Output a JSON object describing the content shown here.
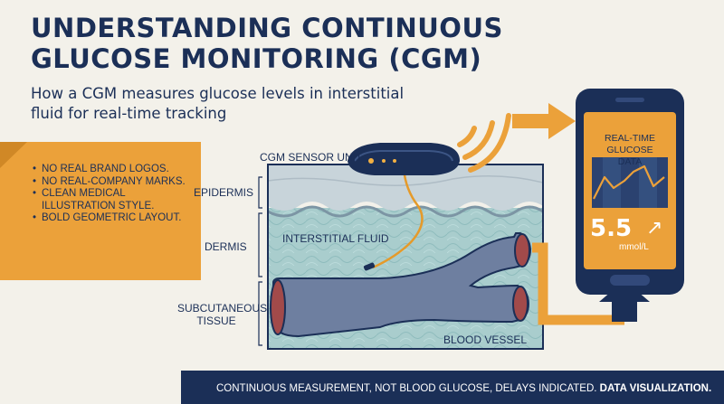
{
  "header": {
    "title": "UNDERSTANDING CONTINUOUS GLUCOSE MONITORING (CGM)",
    "subtitle": "How a CGM measures glucose levels in interstitial fluid for real-time tracking"
  },
  "note": {
    "items": [
      "NO REAL BRAND LOGOS.",
      "NO REAL-COMPANY MARKS.",
      "CLEAN MEDICAL ILLUSTRATION STYLE.",
      "BOLD GEOMETRIC LAYOUT."
    ]
  },
  "labels": {
    "sensor_unit": "CGM SENSOR UNIT",
    "epidermis": "EPIDERMIS",
    "dermis": "DERMIS",
    "subcutaneous": "SUBCUTANEOUS TISSUE",
    "interstitial_fluid": "INTERSTITIAL FLUID",
    "blood_vessel": "BLOOD VESSEL"
  },
  "phone": {
    "heading": "REAL-TIME GLUCOSE DATA",
    "value": "5.5",
    "trend_icon": "arrow-up-right-icon",
    "unit": "mmol/L"
  },
  "footer": {
    "text": "CONTINUOUS MEASUREMENT, NOT BLOOD GLUCOSE, DELAYS INDICATED.",
    "emphasis": "DATA VISUALIZATION."
  },
  "colors": {
    "navy": "#1b2f57",
    "orange": "#eba13a",
    "skin": "#c8d4da",
    "dermis": "#a9cdcd",
    "vessel": "#6e7fa0",
    "background": "#f3f1ea"
  }
}
